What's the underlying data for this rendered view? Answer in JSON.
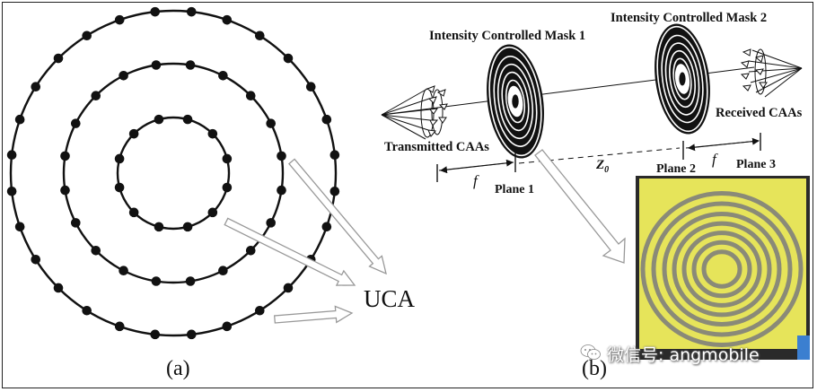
{
  "panel_a": {
    "caption": "(a)",
    "callout_label": "UCA"
  },
  "panel_b": {
    "caption": "(b)",
    "mask1_label": "Intensity Controlled Mask 1",
    "mask2_label": "Intensity Controlled Mask 2",
    "transmitted_label": "Transmitted CAAs",
    "received_label": "Received CAAs",
    "plane1_label": "Plane 1",
    "plane2_label": "Plane 2",
    "plane3_label": "Plane 3",
    "focal1_label": "f",
    "focal2_label": "f",
    "distance_label": "Z",
    "distance_subscript": "0"
  },
  "watermark": {
    "text": "微信号: angmobile",
    "icon": "wechat-icon"
  },
  "colors": {
    "line": "#111111",
    "arrow_outline": "#999999",
    "photo_yellow": "#e6e45a",
    "photo_ring": "#8a8a78",
    "photo_border": "#2a2a2a"
  }
}
